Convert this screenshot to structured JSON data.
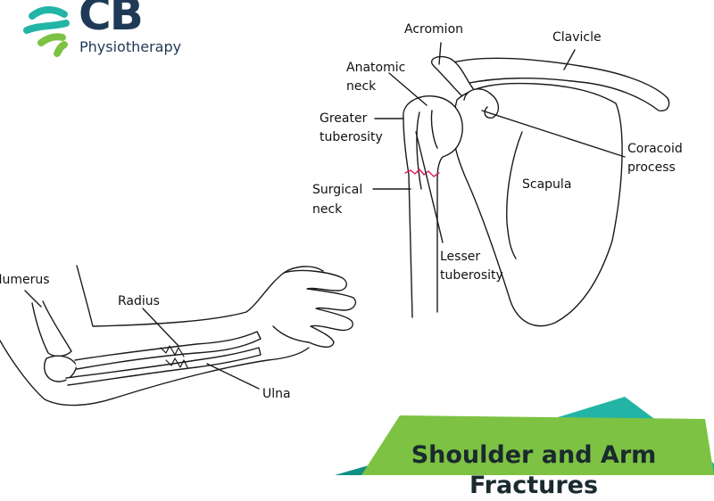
{
  "brand": {
    "name": "CB",
    "subtitle": "Physiotherapy",
    "logo_icon": "swoosh-logo-icon",
    "colors": {
      "teal": "#22b5a5",
      "green": "#7dc242",
      "navy": "#1f3a56"
    }
  },
  "shoulder": {
    "labels": {
      "acromion": "Acromion",
      "clavicle": "Clavicle",
      "anatomic_neck_1": "Anatomic",
      "anatomic_neck_2": "neck",
      "greater_tuberosity_1": "Greater",
      "greater_tuberosity_2": "tuberosity",
      "coracoid_1": "Coracoid",
      "coracoid_2": "process",
      "scapula": "Scapula",
      "surgical_neck_1": "Surgical",
      "surgical_neck_2": "neck",
      "lesser_tuberosity_1": "Lesser",
      "lesser_tuberosity_2": "tuberosity"
    },
    "fracture_color": "#d81b60"
  },
  "arm": {
    "labels": {
      "humerus": "Humerus",
      "radius": "Radius",
      "ulna": "Ulna"
    }
  },
  "banner": {
    "line1": "Shoulder and Arm",
    "line2": "Fractures",
    "colors": {
      "green": "#7dc242",
      "teal": "#22b5a5",
      "dark_teal": "#0f8f86"
    }
  }
}
